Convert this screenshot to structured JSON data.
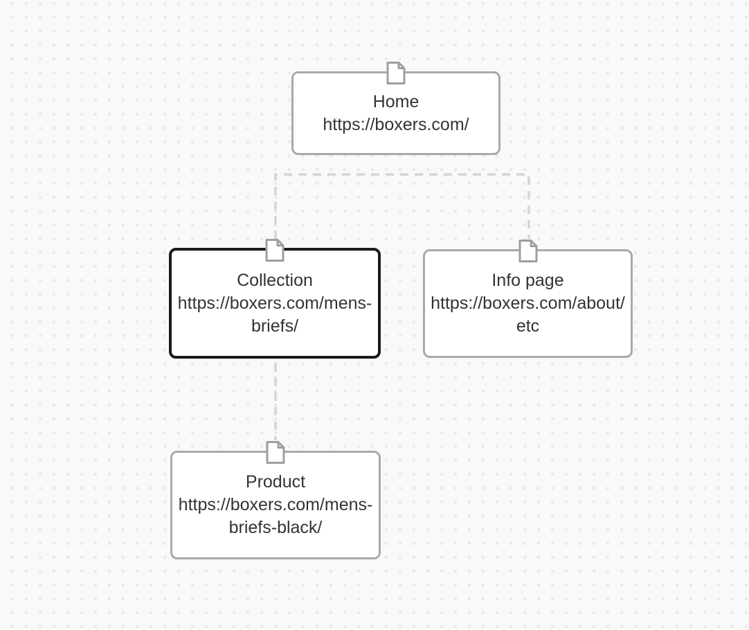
{
  "canvas": {
    "background_color": "#f9f9f9",
    "dot_color": "#e9e9e9"
  },
  "colors": {
    "node_border": "#a9a9a9",
    "node_border_selected": "#1a1a1a",
    "node_fill": "#ffffff",
    "text": "#333333",
    "connector_dash": "#d4d4d4",
    "page_icon": "#9e9e9e"
  },
  "icons": {
    "page_icon": "page-icon"
  },
  "nodes": [
    {
      "id": "home",
      "title": "Home",
      "url": "https://boxers.com/",
      "selected": false
    },
    {
      "id": "collection",
      "title": "Collection",
      "url": "https://boxers.com/mens-briefs/",
      "selected": true
    },
    {
      "id": "info",
      "title": "Info page",
      "url": "https://boxers.com/about/ etc",
      "selected": false
    },
    {
      "id": "product",
      "title": "Product",
      "url": "https://boxers.com/mens-briefs-black/",
      "selected": false
    }
  ],
  "connections": [
    {
      "from": "home",
      "to": "collection",
      "style": "dashed-elbow"
    },
    {
      "from": "home",
      "to": "info",
      "style": "dashed-elbow"
    },
    {
      "from": "collection",
      "to": "product",
      "style": "dashed-straight"
    }
  ]
}
